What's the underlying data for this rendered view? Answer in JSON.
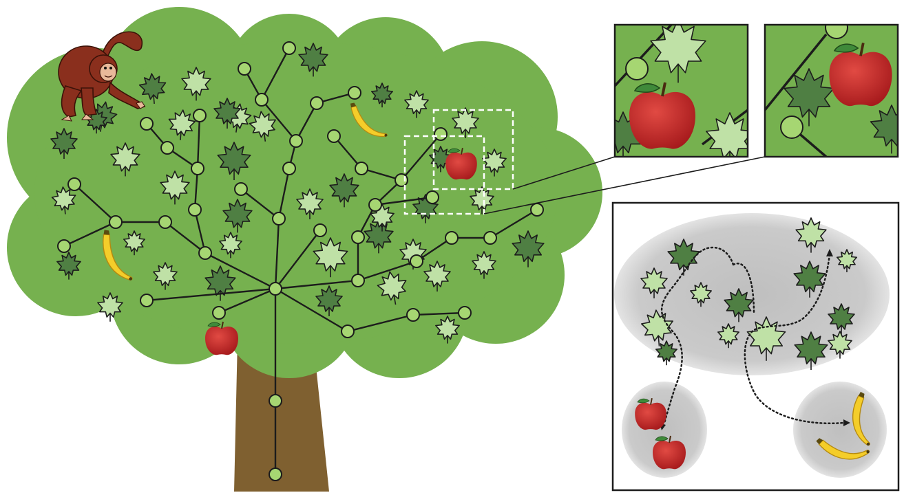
{
  "colors": {
    "canopy": "#76b14f",
    "canopy_dark": "#5f9a3c",
    "trunk": "#7f6030",
    "branch": "#1c1c1c",
    "node_fill": "#a6d672",
    "leaf_dark": "#4f7f43",
    "leaf_mid": "#6fa85a",
    "leaf_light": "#bfe1a6",
    "apple": "#c3282a",
    "banana": "#f4cd2a",
    "monkey": "#8a2f1d",
    "cluster_bg": "#c6c6c6",
    "inset_border": "#1c1c1c"
  },
  "scene": {
    "icons": {
      "monkey": "monkey-icon",
      "apple": "apple-icon",
      "banana": "banana-icon",
      "leaf": "leaf-icon",
      "branch_node": "node-icon"
    },
    "tree": {
      "apple_count": 2,
      "banana_count": 2,
      "zoom_boxes": 2
    },
    "insets": {
      "zoom_panels": 2,
      "cluster_panel": {
        "clusters": [
          "leaves",
          "apples",
          "bananas"
        ],
        "paths": 2
      }
    }
  }
}
